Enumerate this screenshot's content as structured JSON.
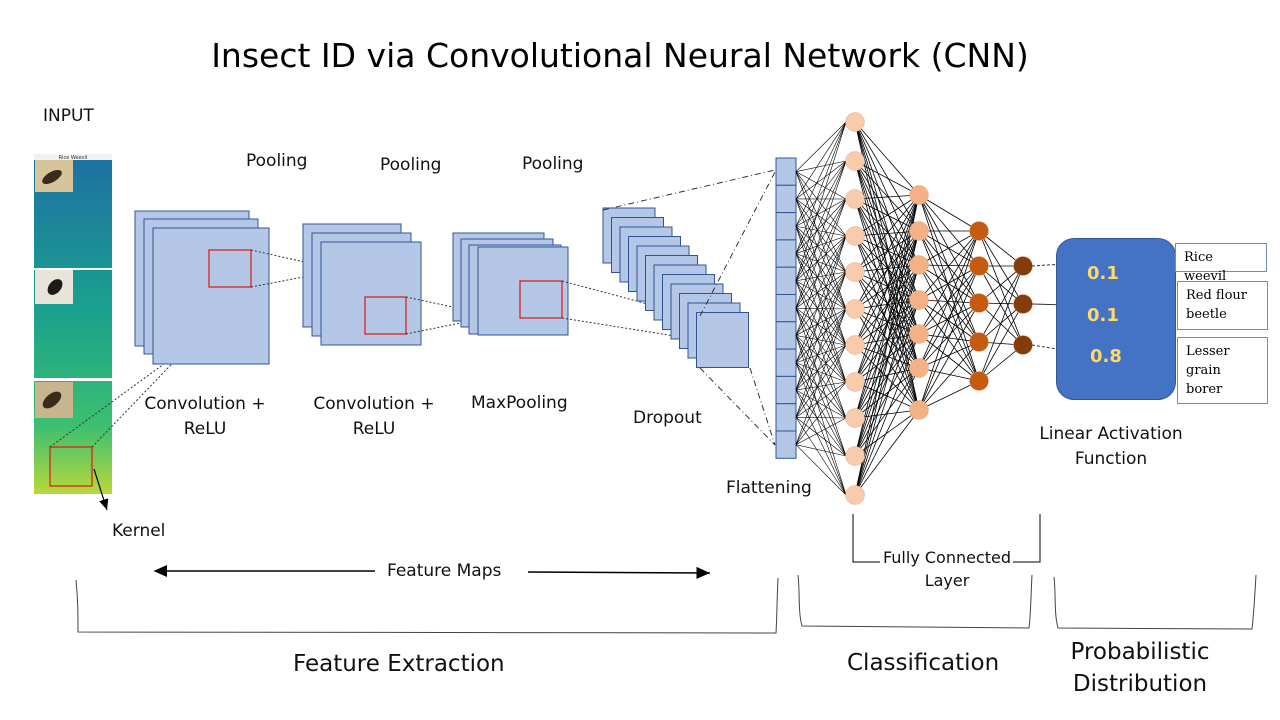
{
  "title": "Insect ID via Convolutional Neural Network (CNN)",
  "input_label": "INPUT",
  "input_image_caption": "Rice Weevil",
  "kernel_label": "Kernel",
  "stages": {
    "pooling_1": "Pooling",
    "pooling_2": "Pooling",
    "pooling_3": "Pooling",
    "conv1_line1": "Convolution  +",
    "conv1_line2": "ReLU",
    "conv2_line1": "Convolution  +",
    "conv2_line2": "ReLU",
    "maxpool": "MaxPooling",
    "dropout": "Dropout",
    "flattening": "Flattening"
  },
  "feature_maps_label": "Feature Maps",
  "fc_label_line1": "Fully Connected",
  "fc_label_line2": "Layer",
  "activation_line1": "Linear Activation",
  "activation_line2": "Function",
  "probabilities": [
    "0.1",
    "0.1",
    "0.8"
  ],
  "classes": [
    "Rice weevil",
    "Red flour beetle",
    "Lesser grain borer"
  ],
  "sections": {
    "feature_extraction": "Feature Extraction",
    "classification": "Classification",
    "probabilistic_line1": "Probabilistic",
    "probabilistic_line2": "Distribution"
  },
  "colors": {
    "feature_map_fill": "#b4c7e7",
    "feature_map_stroke": "#2f5597",
    "kernel_box": "#e02020",
    "neuron_light": "#f8cbad",
    "neuron_mid": "#f4b183",
    "neuron_dark": "#c55a11",
    "neuron_output": "#843c0c",
    "prob_box": "#4472c4",
    "prob_text": "#ffd966"
  }
}
